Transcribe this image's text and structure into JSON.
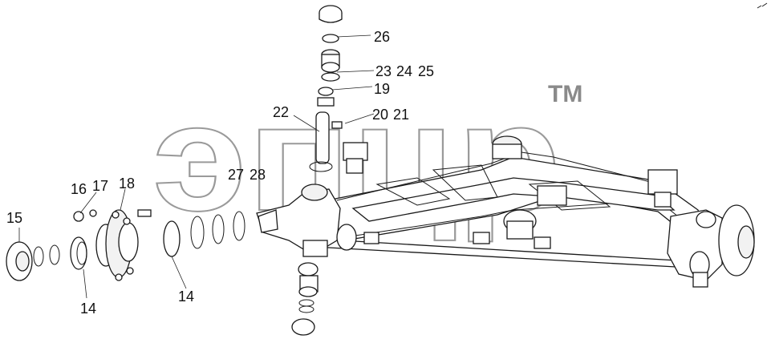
{
  "watermark": {
    "text": "эпцр",
    "trademark": "TM"
  },
  "callouts": [
    {
      "id": "c26",
      "text": "26"
    },
    {
      "id": "c23",
      "text": "23"
    },
    {
      "id": "c24",
      "text": "24"
    },
    {
      "id": "c25",
      "text": "25"
    },
    {
      "id": "c19",
      "text": "19"
    },
    {
      "id": "c22",
      "text": "22"
    },
    {
      "id": "c20",
      "text": "20"
    },
    {
      "id": "c21",
      "text": "21"
    },
    {
      "id": "c27",
      "text": "27"
    },
    {
      "id": "c28",
      "text": "28"
    },
    {
      "id": "c16",
      "text": "16"
    },
    {
      "id": "c17",
      "text": "17"
    },
    {
      "id": "c18",
      "text": "18"
    },
    {
      "id": "c15",
      "text": "15"
    },
    {
      "id": "c14a",
      "text": "14"
    },
    {
      "id": "c14b",
      "text": "14"
    }
  ]
}
